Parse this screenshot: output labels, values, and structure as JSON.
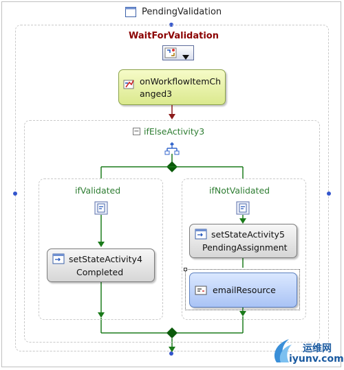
{
  "state": {
    "title": "PendingValidation"
  },
  "event_driven": {
    "title": "WaitForValidation"
  },
  "handle_event": {
    "label_line1": "onWorkflowItemCh",
    "label_line2": "anged3"
  },
  "if_else": {
    "title": "ifElseActivity3",
    "collapse_glyph": "−"
  },
  "branch_validated": {
    "title": "ifValidated"
  },
  "branch_not_validated": {
    "title": "ifNotValidated"
  },
  "set_state_4": {
    "label_line1": "setStateActivity4",
    "label_line2": "Completed"
  },
  "set_state_5": {
    "label_line1": "setStateActivity5",
    "label_line2": "PendingAssignment"
  },
  "email_activity": {
    "label": "emailResource"
  },
  "watermark": {
    "site_cn": "运维网",
    "site_url": "iyunv.com"
  },
  "colors": {
    "title_red": "#8b0000",
    "connector_green": "#1a7a1a",
    "arrow_red": "#8b1a1a",
    "dot_blue": "#3355cc"
  }
}
